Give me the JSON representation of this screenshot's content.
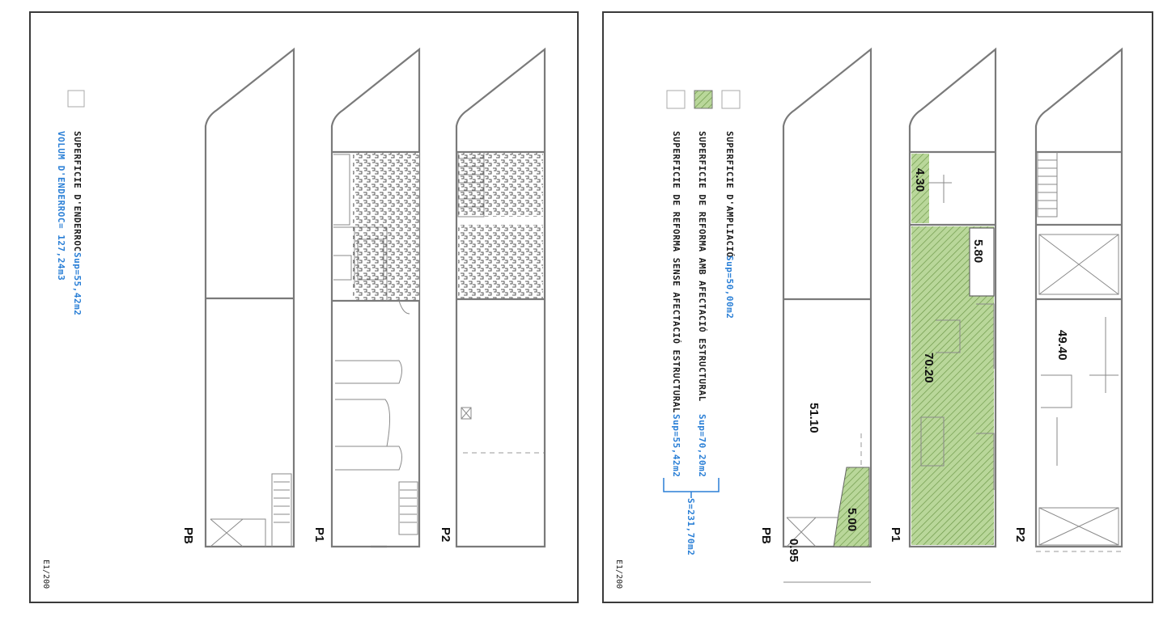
{
  "sheet_left": {
    "legend": {
      "demolition_label": "SUPERFICIE D'ENDERROC",
      "demolition_value": "Sup=55,42m2",
      "volume_label": "VOLUM D'ENDERROC= 127,24m3"
    },
    "floors": [
      "PB",
      "P1",
      "P2"
    ],
    "scale": "E1/200"
  },
  "sheet_right": {
    "legend": {
      "extension_label": "SUPERFICIE D'AMPLIACIÓ",
      "extension_value": "Sup=50,00m2",
      "reform_structural_label": "SUPERFICIE DE REFORMA AMB AFECTACIÓ ESTRUCTURAL",
      "reform_structural_value": "Sup=70,20m2",
      "reform_nonstructural_label": "SUPERFICIE DE REFORMA SENSE AFECTACIÓ ESTRUCTURAL",
      "reform_nonstructural_value": "Sup=55,42m2",
      "total_value": "S=231,70m2"
    },
    "floors": [
      "PB",
      "P1",
      "P2"
    ],
    "areas": {
      "pb_main": "51.10",
      "pb_green": "5.00",
      "pb_small": "0.95",
      "p1_top": "4.30",
      "p1_box": "5.80",
      "p1_main": "70.20",
      "p2_main": "49.40"
    },
    "scale": "E1/200",
    "colors": {
      "green_fill": "#b9d79a",
      "green_hatch": "#6f9a4a",
      "legend_blue": "#2a7fd6"
    }
  }
}
